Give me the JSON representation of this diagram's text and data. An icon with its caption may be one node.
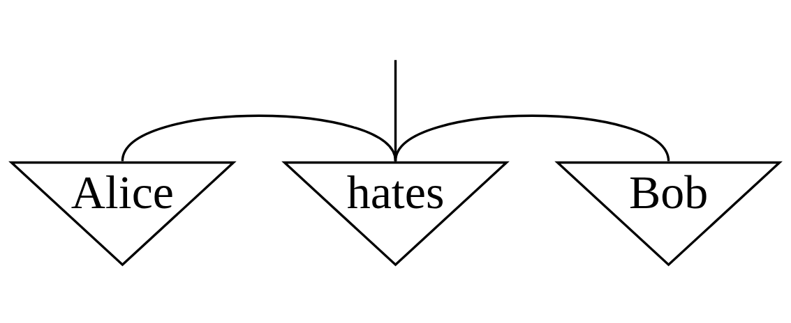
{
  "diagram": {
    "nodes": [
      {
        "text": [
          "Alice"
        ]
      },
      {
        "text": [
          "hates"
        ]
      },
      {
        "text": [
          "Bob"
        ]
      }
    ],
    "edges": [
      {
        "from": 0,
        "to": 1,
        "arrow": "none"
      },
      {
        "from": 1,
        "to": 2,
        "arrow": "none"
      },
      {
        "from": null,
        "to": 1,
        "arrow": "none"
      }
    ]
  }
}
